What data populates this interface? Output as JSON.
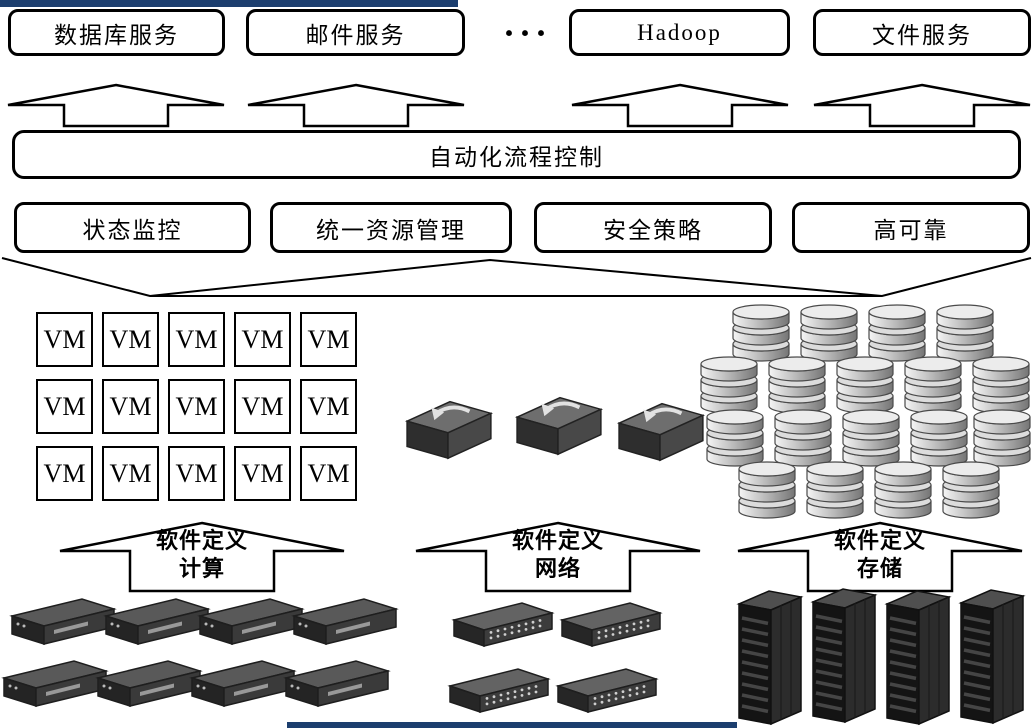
{
  "colors": {
    "strip_blue": "#1c3e6e",
    "outline": "#000000",
    "background": "#ffffff"
  },
  "services": {
    "boxes": [
      {
        "label": "数据库服务"
      },
      {
        "label": "邮件服务"
      },
      {
        "label": "Hadoop"
      },
      {
        "label": "文件服务"
      }
    ],
    "ellipsis": "···"
  },
  "automation": {
    "label": "自动化流程控制"
  },
  "management": {
    "boxes": [
      {
        "label": "状态监控"
      },
      {
        "label": "统一资源管理"
      },
      {
        "label": "安全策略"
      },
      {
        "label": "高可靠"
      }
    ]
  },
  "layers": {
    "compute": {
      "vm_label": "VM",
      "arrow_line1": "软件定义",
      "arrow_line2": "计算"
    },
    "network": {
      "arrow_line1": "软件定义",
      "arrow_line2": "网络"
    },
    "storage": {
      "arrow_line1": "软件定义",
      "arrow_line2": "存储"
    }
  }
}
